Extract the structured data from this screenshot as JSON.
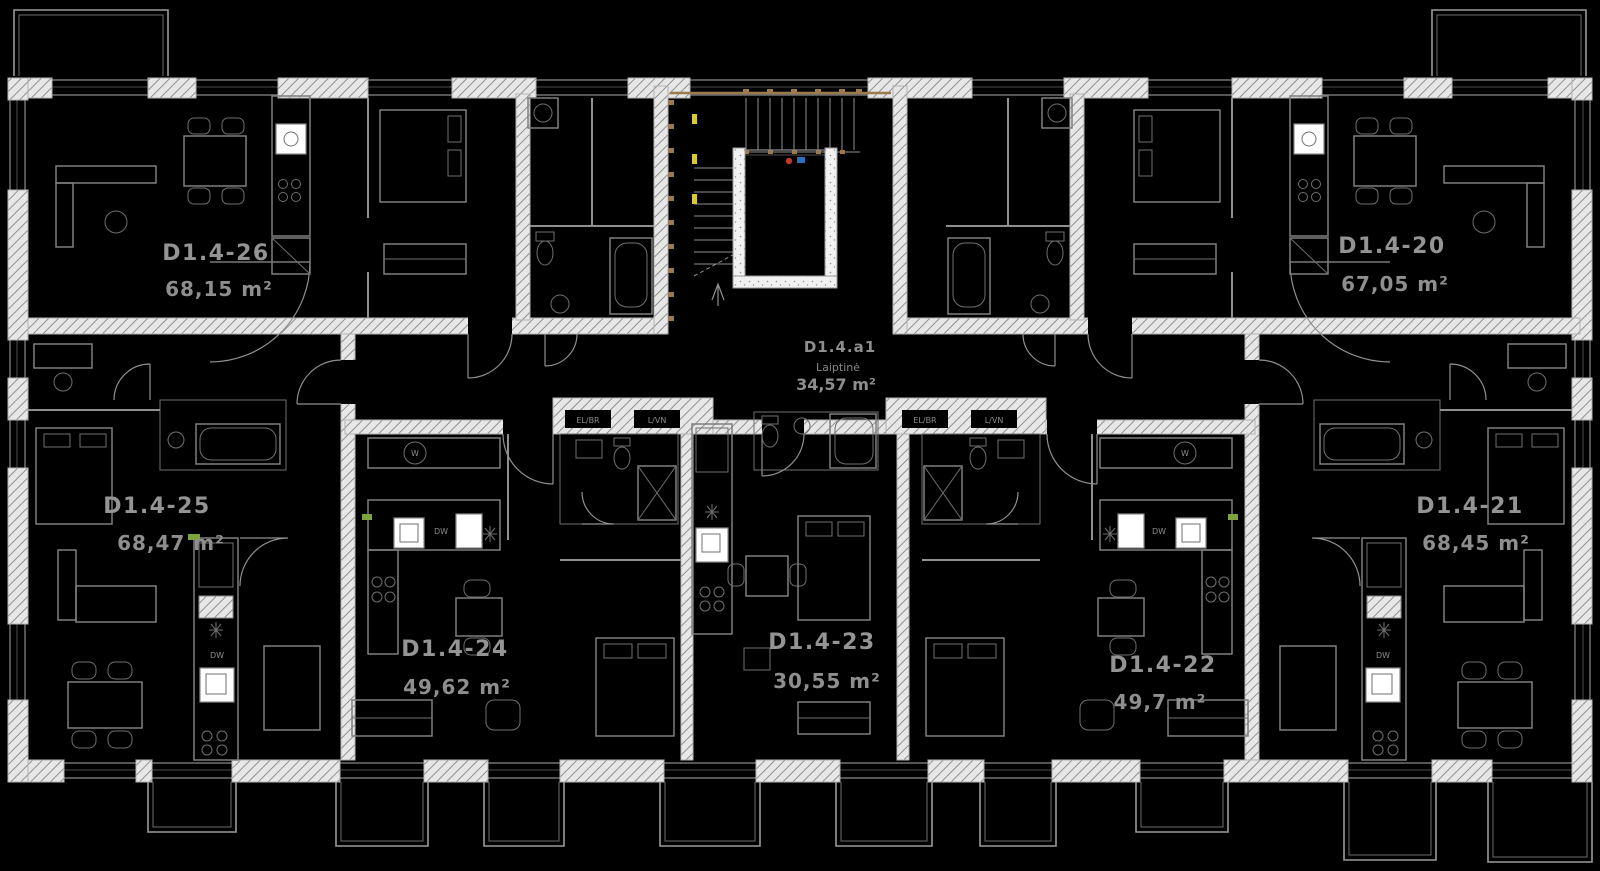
{
  "plan": {
    "background": "#000000",
    "colors": {
      "wall_fill": "#e7e7e7",
      "wall_hatch": "#909090",
      "line": "#8a8a8a",
      "text": "#949494",
      "stair_accent": "#9c7a50",
      "mark_yellow": "#d8c83a",
      "mark_green": "#7da33c",
      "mark_red": "#c0392b",
      "mark_blue": "#2e6fbe"
    },
    "units": [
      {
        "id": "D1.4-26",
        "area": "68,15 m²"
      },
      {
        "id": "D1.4-20",
        "area": "67,05 m²"
      },
      {
        "id": "D1.4-25",
        "area": "68,47 m²"
      },
      {
        "id": "D1.4-21",
        "area": "68,45 m²"
      },
      {
        "id": "D1.4-24",
        "area": "49,62 m²"
      },
      {
        "id": "D1.4-23",
        "area": "30,55 m²"
      },
      {
        "id": "D1.4-22",
        "area": "49,7 m²"
      }
    ],
    "stairwell": {
      "id": "D1.4.a1",
      "name": "Laiptinė",
      "area": "34,57 m²"
    },
    "shafts": {
      "left": [
        "EL/BR",
        "L/VN"
      ],
      "right": [
        "EL/BR",
        "L/VN"
      ]
    },
    "appliances": {
      "dishwasher": "DW",
      "washer": "W"
    }
  }
}
